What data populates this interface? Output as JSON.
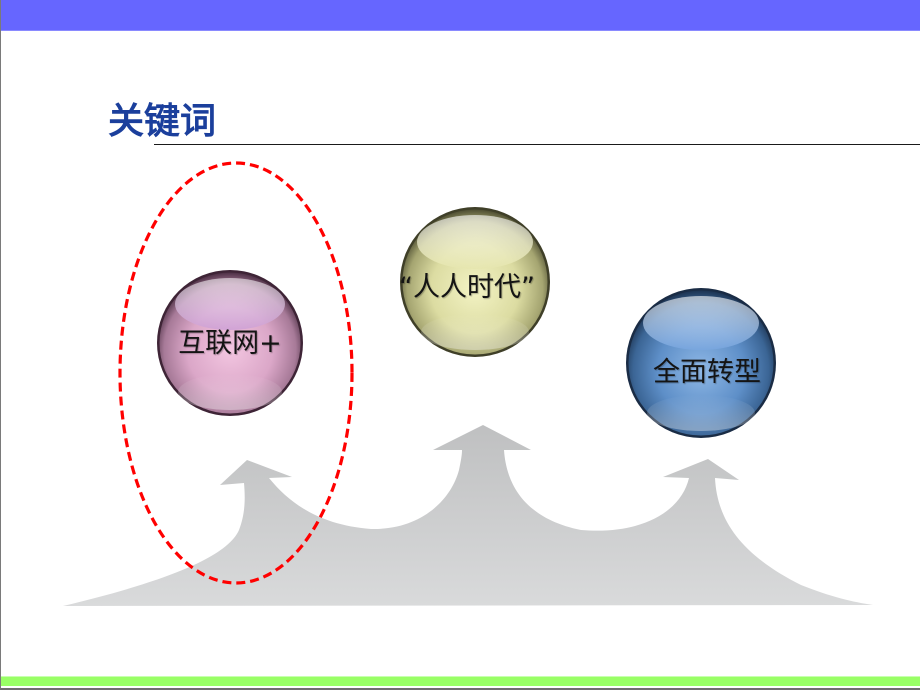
{
  "slide": {
    "title": "关键词",
    "colors": {
      "top_bar": "#6666ff",
      "bottom_bar": "#99ff66",
      "title_text": "#1b3f9c",
      "highlight_ellipse": "#ff0000",
      "arrow_fill": "#c9cacb"
    }
  },
  "keywords": [
    {
      "label": "互联网+",
      "color": "pink",
      "highlighted": true
    },
    {
      "label": "“人人时代”",
      "color": "yellow",
      "highlighted": false
    },
    {
      "label": "全面转型",
      "color": "blue",
      "highlighted": false
    }
  ],
  "graphic": {
    "arrows": [
      "arrow-up-left",
      "arrow-up-middle",
      "arrow-up-right"
    ],
    "highlight": "dashed-ellipse-around-first-keyword"
  }
}
